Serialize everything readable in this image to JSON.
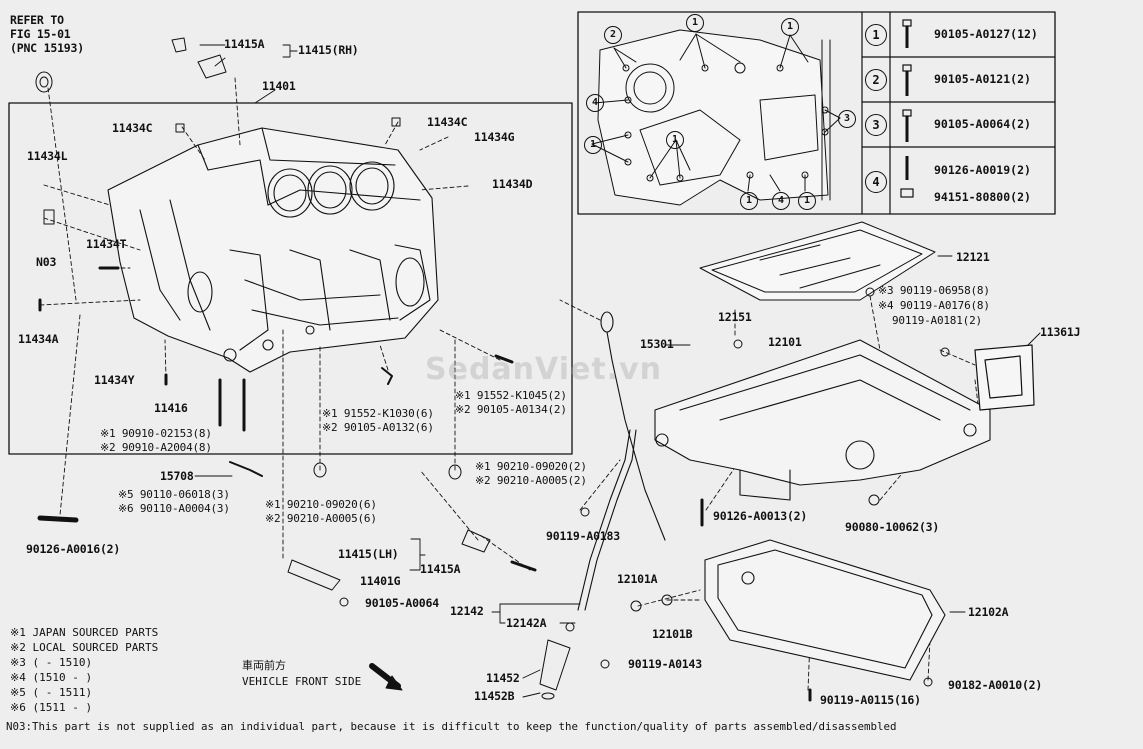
{
  "refer": [
    "REFER TO",
    "FIG 15-01",
    "(PNC 15193)"
  ],
  "labels": {
    "p11415A_top": "11415A",
    "p11415RH": "11415(RH)",
    "p11401": "11401",
    "p11434C_l": "11434C",
    "p11434C_r": "11434C",
    "p11434G": "11434G",
    "p11434L": "11434L",
    "p11434D": "11434D",
    "p11434T": "11434T",
    "pN03": "N03",
    "p11434A": "11434A",
    "p11434Y": "11434Y",
    "p11416": "11416",
    "p15708": "15708",
    "p90126A0016": "90126-A0016(2)",
    "p11415LH": "11415(LH)",
    "p11415A_bot": "11415A",
    "p11401G": "11401G",
    "p90105A0064": "90105-A0064",
    "p15301": "15301",
    "p12151": "12151",
    "p12101": "12101",
    "p12121": "12121",
    "p11361J": "11361J",
    "p90119A0183": "90119-A0183",
    "p90126A0013": "90126-A0013(2)",
    "p90080": "90080-10062(3)",
    "p12101A": "12101A",
    "p12101B": "12101B",
    "p12142": "12142",
    "p12142A": "12142A",
    "p12102A": "12102A",
    "p11452": "11452",
    "p11452B": "11452B",
    "p90119A0143": "90119-A0143",
    "p90119A0115": "90119-A0115(16)",
    "p90182": "90182-A0010(2)"
  },
  "marked_notes": {
    "n_oilpan_3": "※3 90119-06958(8)",
    "n_oilpan_4": "※4 90119-A0176(8)",
    "n_oilpan_x": "90119-A0181(2)",
    "n_91552_k1030": "※1 91552-K1030(6)",
    "n_90105_a0132": "※2 90105-A0132(6)",
    "n_91552_k1045": "※1 91552-K1045(2)",
    "n_90105_a0134": "※2 90105-A0134(2)",
    "n_90910_02153": "※1 90910-02153(8)",
    "n_90910_a2004": "※2 90910-A2004(8)",
    "n_90210_09020_r": "※1 90210-09020(2)",
    "n_90210_a0005_r": "※2 90210-A0005(2)",
    "n_90110_06018": "※5 90110-06018(3)",
    "n_90110_a0004": "※6 90110-A0004(3)",
    "n_90210_09020_m": "※1 90210-09020(6)",
    "n_90210_a0005_m": "※2 90210-A0005(6)"
  },
  "legend": [
    "※1 JAPAN SOURCED PARTS",
    "※2 LOCAL SOURCED PARTS",
    "※3 (      -  1510)",
    "※4 (1510  -      )",
    "※5 (      -  1511)",
    "※6 (1511  -      )"
  ],
  "direction": {
    "jp": "車両前方",
    "en": "VEHICLE FRONT SIDE"
  },
  "footnote": "N03:This part is not supplied as an individual part, because it is difficult to keep the function/quality of parts assembled/disassembled",
  "watermark": "SedanViet.vn",
  "bolt_table": [
    {
      "num": "1",
      "parts": [
        "90105-A0127(12)"
      ]
    },
    {
      "num": "2",
      "parts": [
        "90105-A0121(2)"
      ]
    },
    {
      "num": "3",
      "parts": [
        "90105-A0064(2)"
      ]
    },
    {
      "num": "4",
      "parts": [
        "90126-A0019(2)",
        "94151-80800(2)"
      ]
    }
  ],
  "inset_callouts": [
    "1",
    "2",
    "3",
    "4"
  ]
}
